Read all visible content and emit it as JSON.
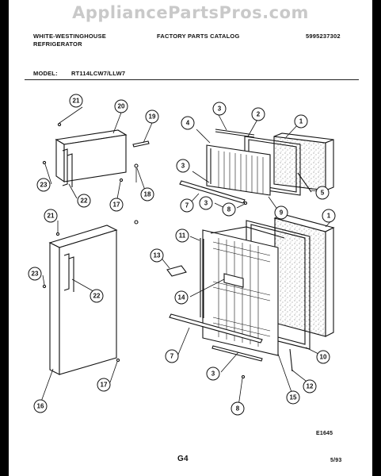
{
  "watermark": "AppliancePartsPros.com",
  "header": {
    "brand_line1": "WHITE-WESTINGHOUSE",
    "brand_line2": "REFRIGERATOR",
    "catalog": "FACTORY PARTS CATALOG",
    "catalog_number": "5995237302"
  },
  "model": {
    "label": "MODEL:",
    "value": "RT114LCW7/LLW7"
  },
  "callouts": [
    "21",
    "20",
    "19",
    "4",
    "3",
    "2",
    "1",
    "23",
    "22",
    "17",
    "18",
    "3",
    "7",
    "3",
    "8",
    "9",
    "5",
    "21",
    "1",
    "11",
    "13",
    "23",
    "22",
    "14",
    "7",
    "10",
    "17",
    "3",
    "12",
    "15",
    "16",
    "8"
  ],
  "footer": {
    "figure_code": "E1645",
    "page": "G4",
    "date": "5/93"
  }
}
